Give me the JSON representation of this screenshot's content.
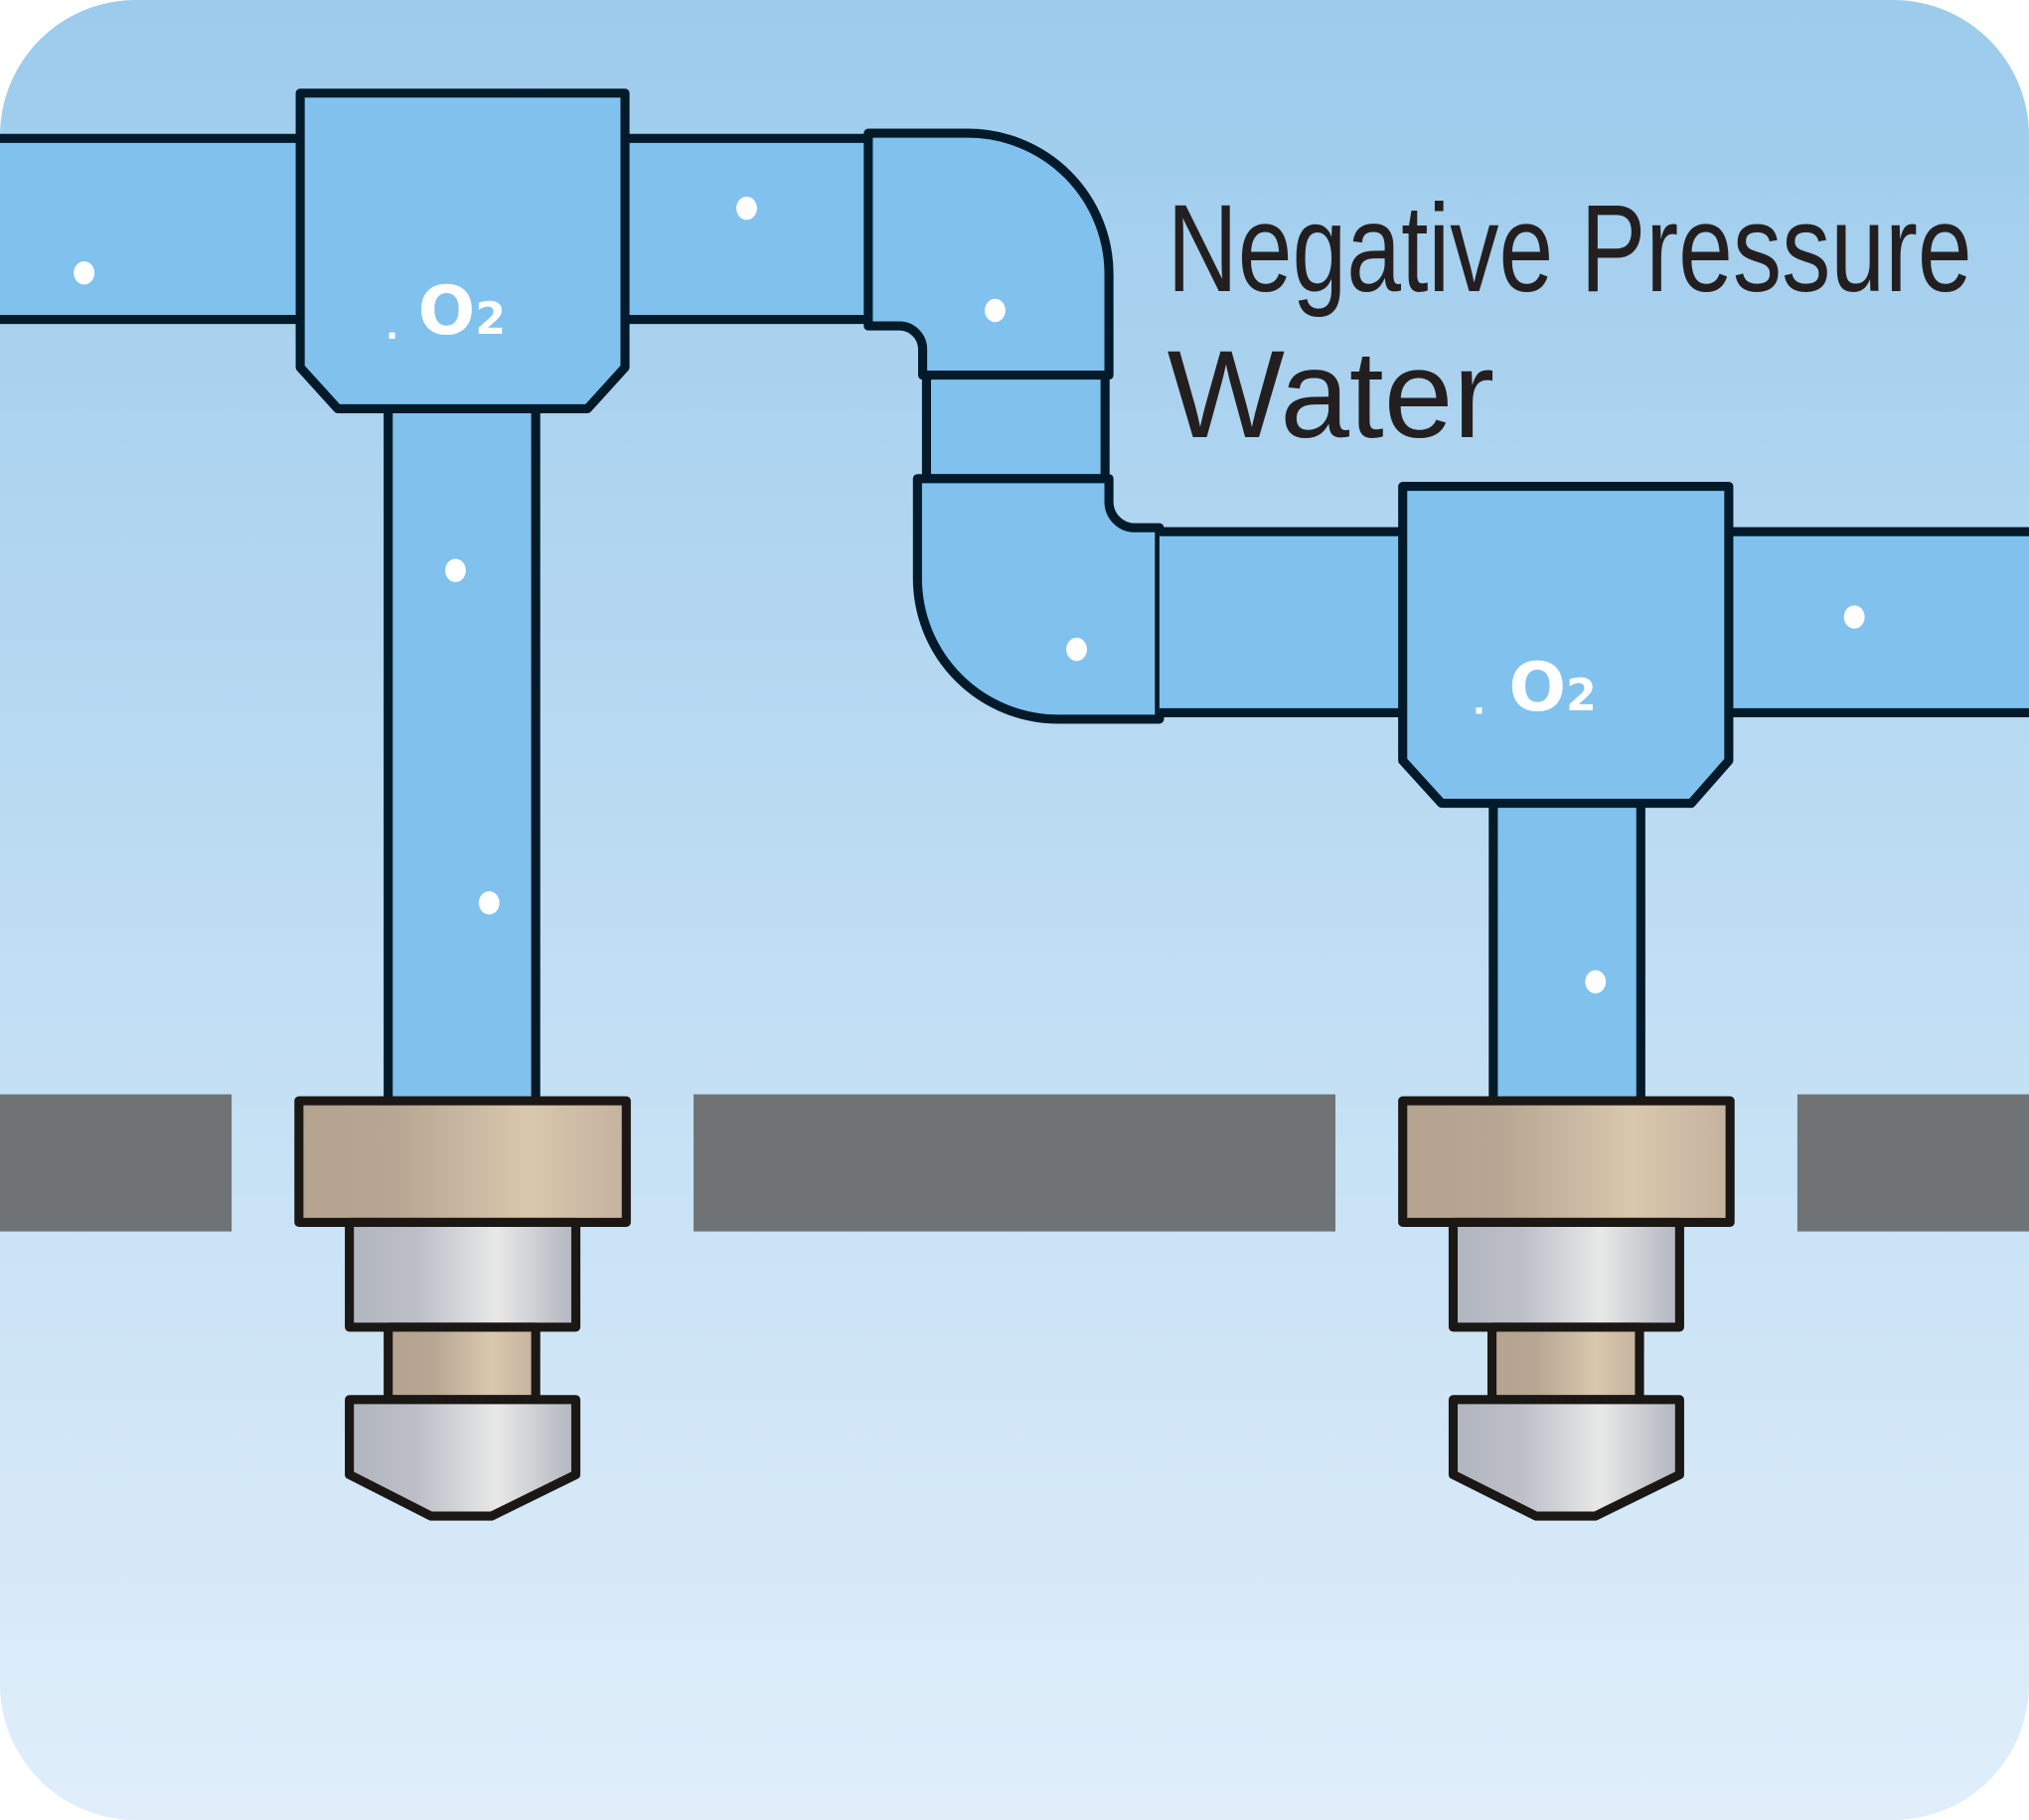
{
  "diagram": {
    "title_line1": "Negative Pressure",
    "title_line2": "Water",
    "fittings": [
      {
        "label_main": "O",
        "label_sub": "2"
      },
      {
        "label_main": "O",
        "label_sub": "2"
      }
    ]
  },
  "colors": {
    "background_top": "#9ccbec",
    "background_bottom": "#e0eefa",
    "pipe_fill": "#80c1ee",
    "pipe_stroke": "#021a29",
    "text": "#231f20",
    "floor": "#6f7375",
    "brass_dark": "#b4a390",
    "brass_light": "#d8c8ad",
    "steel_dark": "#b1b5bf",
    "steel_light": "#e8e8e7"
  }
}
